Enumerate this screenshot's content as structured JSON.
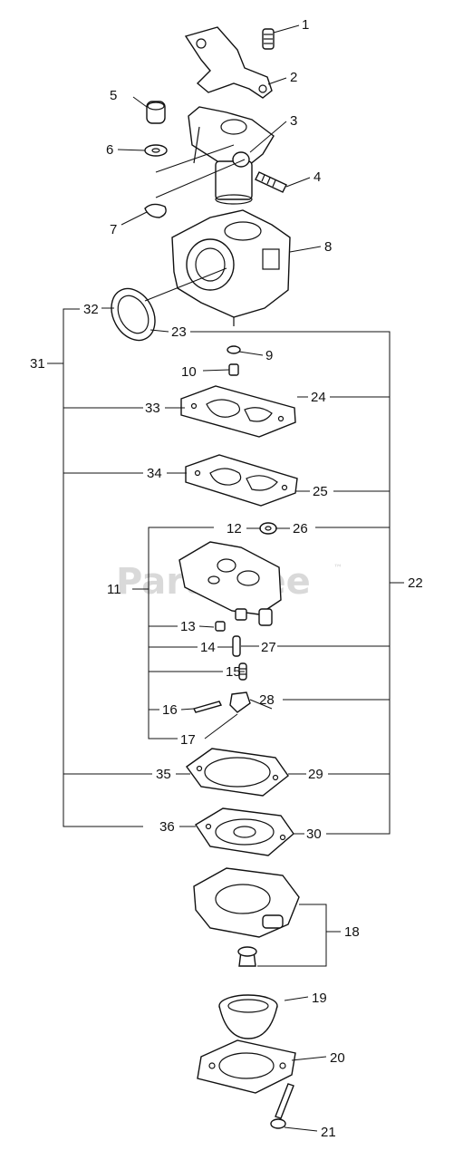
{
  "watermark": "PartsTree",
  "watermark_mark": "™",
  "callouts": {
    "c1": "1",
    "c2": "2",
    "c3": "3",
    "c4": "4",
    "c5": "5",
    "c6": "6",
    "c7": "7",
    "c8": "8",
    "c9": "9",
    "c10": "10",
    "c11": "11",
    "c12": "12",
    "c13": "13",
    "c14": "14",
    "c15": "15",
    "c16": "16",
    "c17": "17",
    "c18": "18",
    "c19": "19",
    "c20": "20",
    "c21": "21",
    "c22": "22",
    "c23": "23",
    "c24": "24",
    "c25": "25",
    "c26": "26",
    "c27": "27",
    "c28": "28",
    "c29": "29",
    "c30": "30",
    "c31": "31",
    "c32": "32",
    "c33": "33",
    "c34": "34",
    "c35": "35",
    "c36": "36"
  }
}
